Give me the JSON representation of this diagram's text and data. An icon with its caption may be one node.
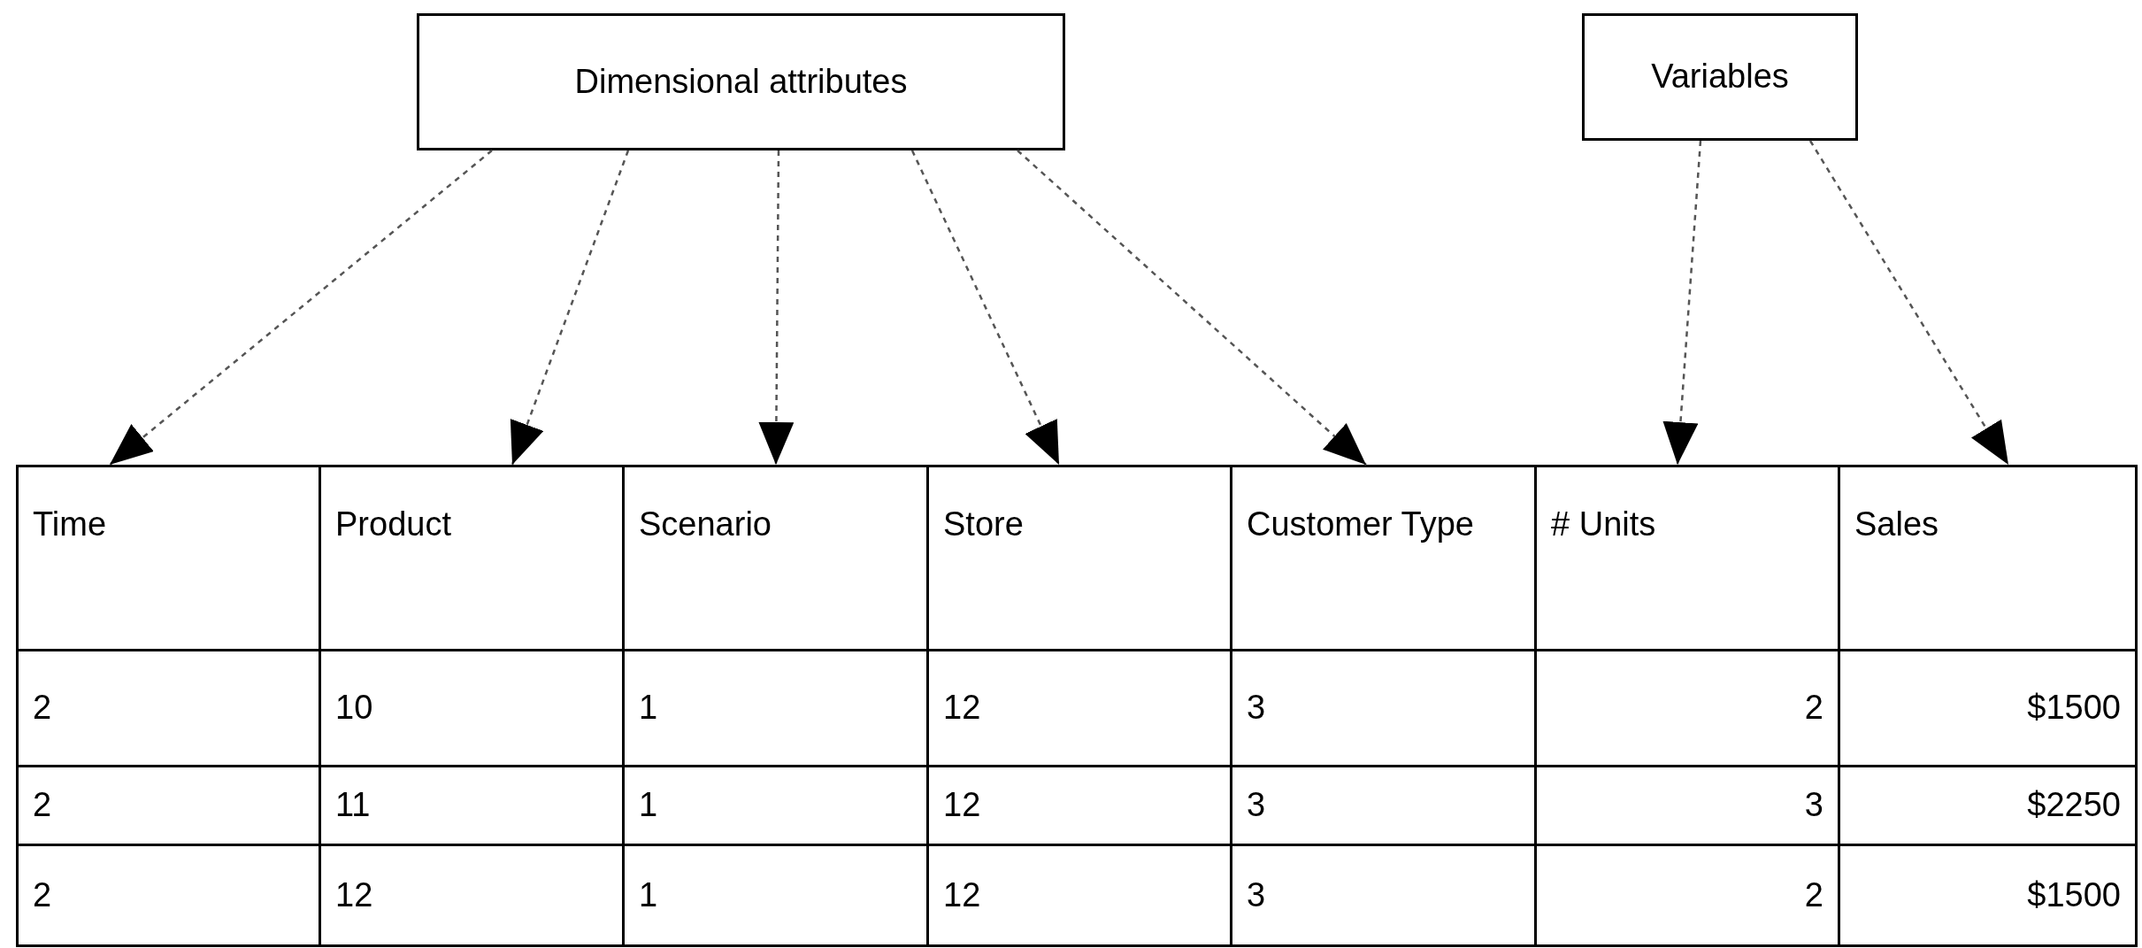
{
  "diagram": {
    "nodes": [
      {
        "text": [
          "Dimensional attributes"
        ]
      },
      {
        "text": [
          "Variables"
        ]
      },
      {
        "text": [
          "Time"
        ]
      },
      {
        "text": [
          "Product"
        ]
      },
      {
        "text": [
          "Scenario"
        ]
      },
      {
        "text": [
          "Store"
        ]
      },
      {
        "text": [
          "Customer Type"
        ]
      },
      {
        "text": [
          "# Units"
        ]
      },
      {
        "text": [
          "Sales"
        ]
      }
    ],
    "edges": [
      {
        "from": 0,
        "to": 2,
        "arrow": "to",
        "style": "dashed"
      },
      {
        "from": 0,
        "to": 3,
        "arrow": "to",
        "style": "dashed"
      },
      {
        "from": 0,
        "to": 4,
        "arrow": "to",
        "style": "dashed"
      },
      {
        "from": 0,
        "to": 5,
        "arrow": "to",
        "style": "dashed"
      },
      {
        "from": 0,
        "to": 6,
        "arrow": "to",
        "style": "dashed"
      },
      {
        "from": 1,
        "to": 7,
        "arrow": "to",
        "style": "dashed"
      },
      {
        "from": 1,
        "to": 8,
        "arrow": "to",
        "style": "dashed"
      }
    ],
    "labels": [
      "2",
      "10",
      "1",
      "12",
      "3",
      "2",
      "$1500",
      "2",
      "11",
      "1",
      "12",
      "3",
      "3",
      "$2250",
      "2",
      "12",
      "1",
      "12",
      "3",
      "2",
      "$1500"
    ]
  }
}
